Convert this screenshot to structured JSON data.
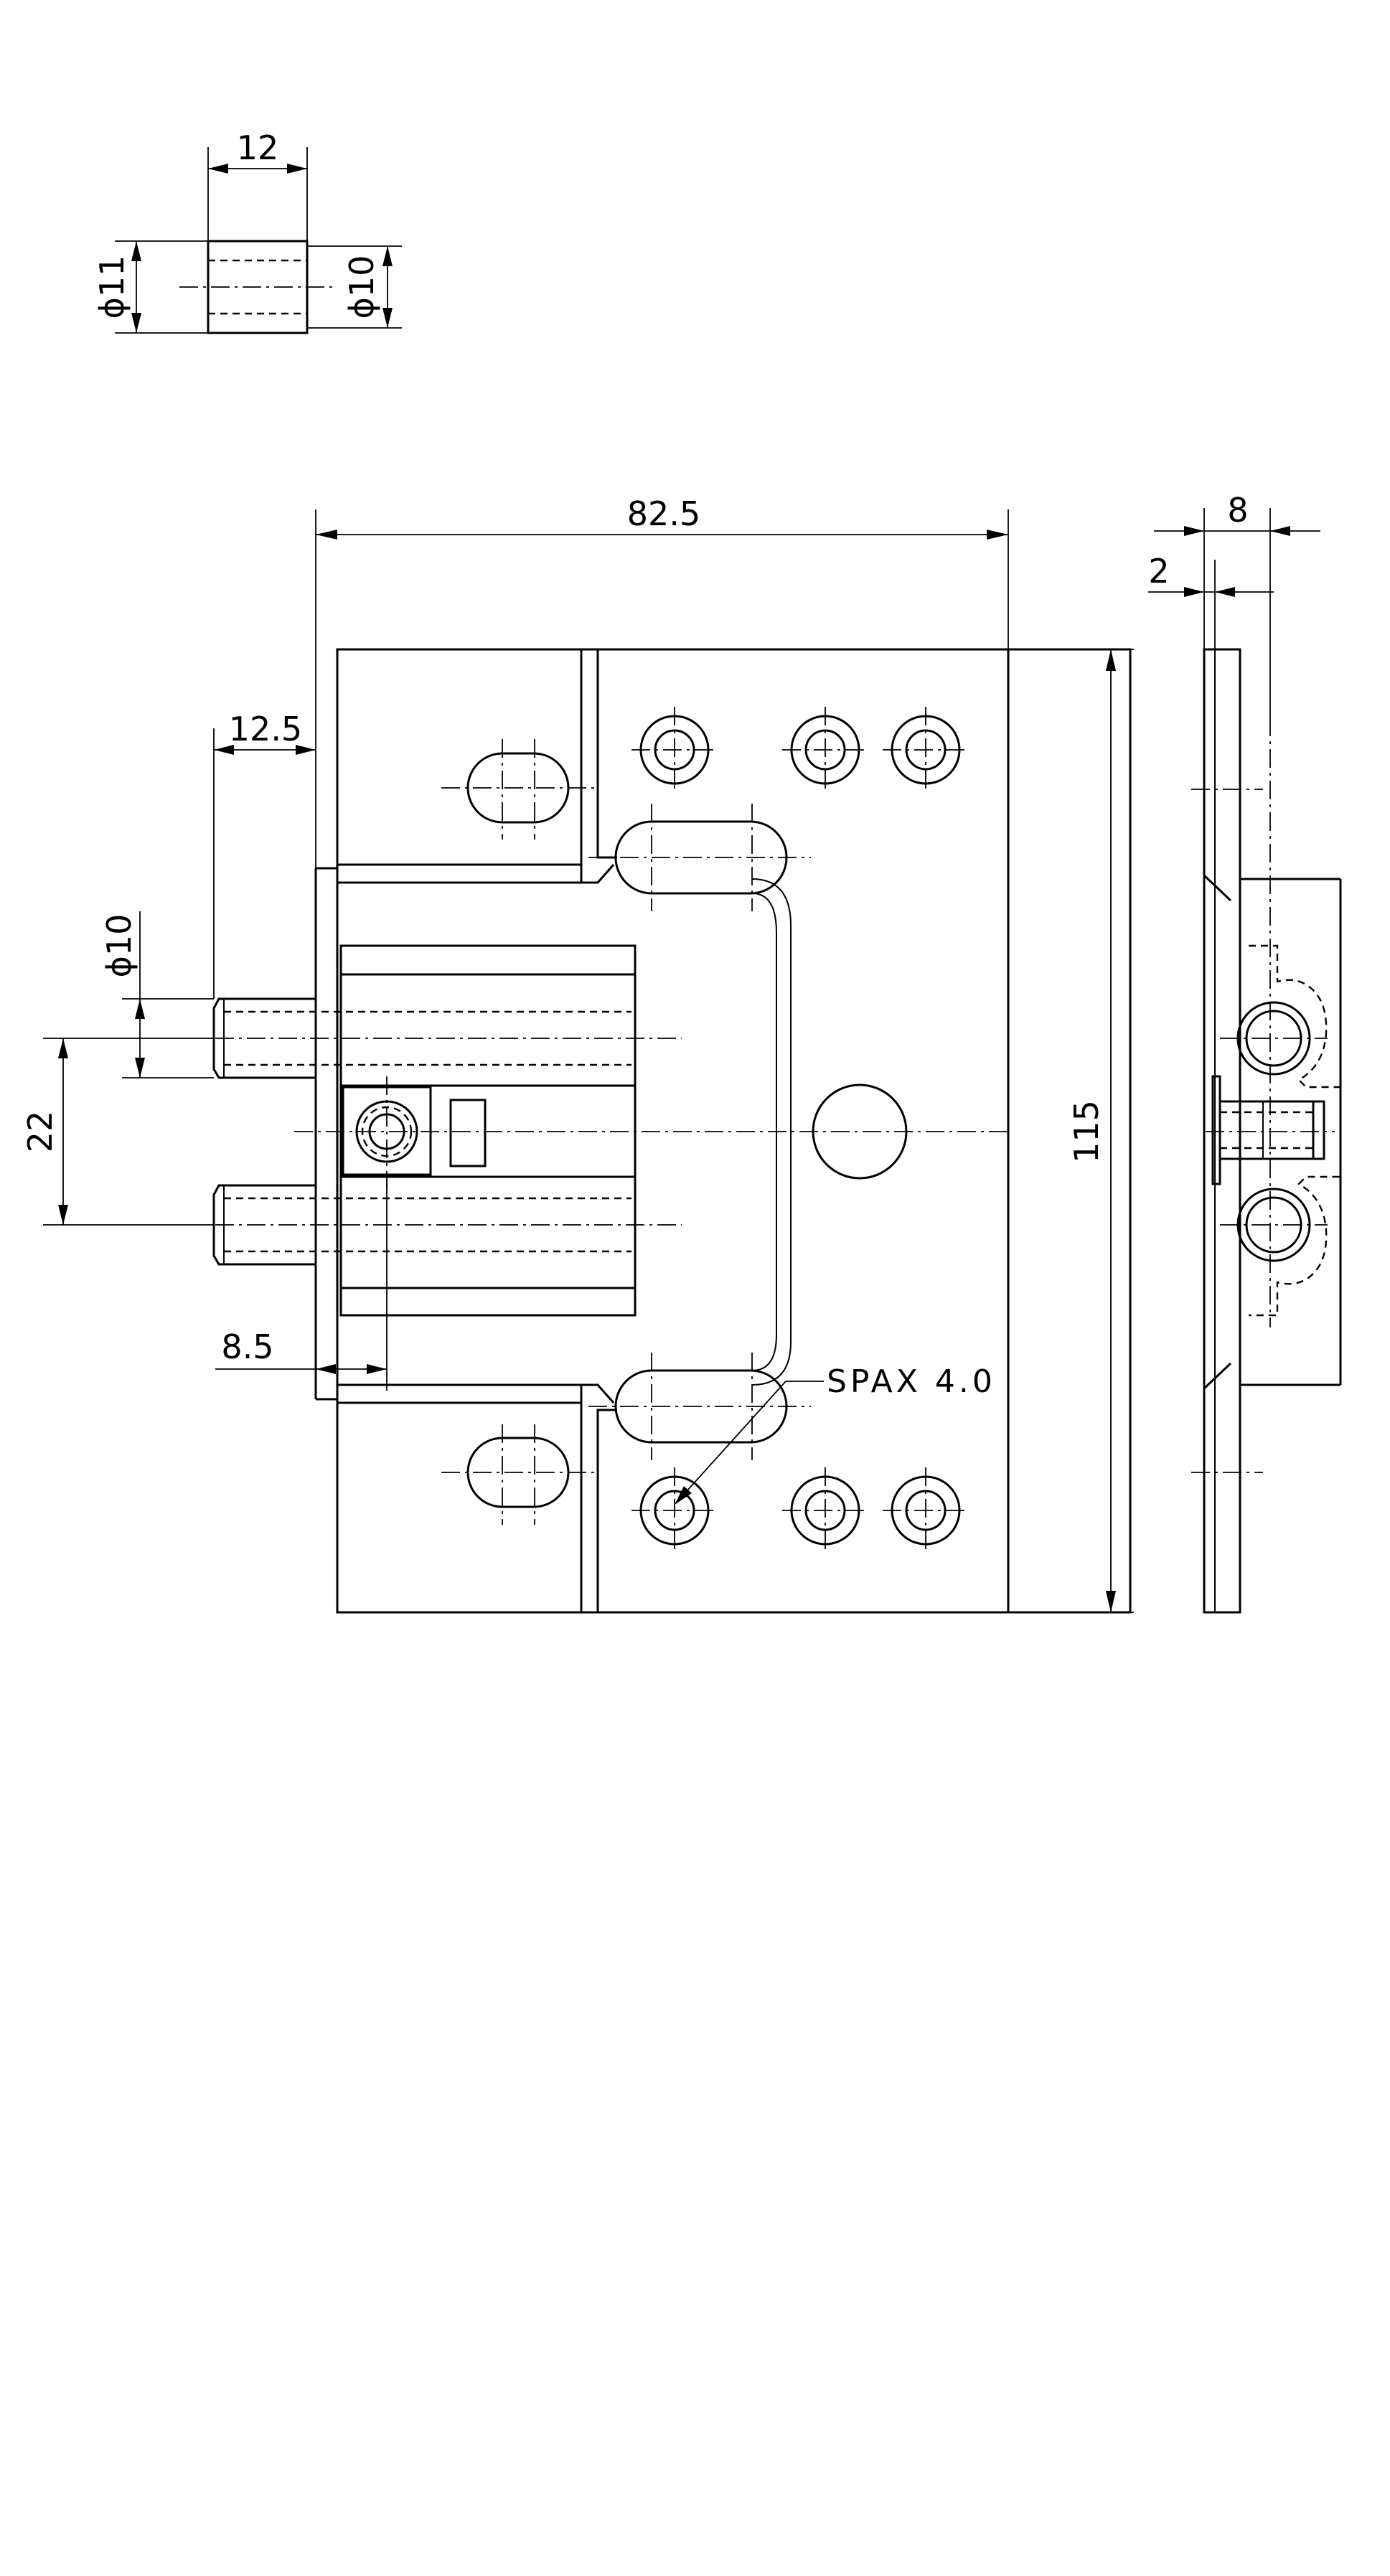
{
  "drawing": {
    "dimensions": {
      "bushing_length": "12",
      "bushing_outer_diameter": "ϕ11",
      "bushing_inner_diameter": "ϕ10",
      "plate_width": "82.5",
      "side_thickness": "8",
      "plate_thickness": "2",
      "plate_height": "115",
      "pin_projection": "12.5",
      "pin_diameter": "ϕ10",
      "pin_spacing": "22",
      "pin_offset": "8.5"
    },
    "labels": {
      "screw_callout": "SPAX 4.0"
    }
  }
}
